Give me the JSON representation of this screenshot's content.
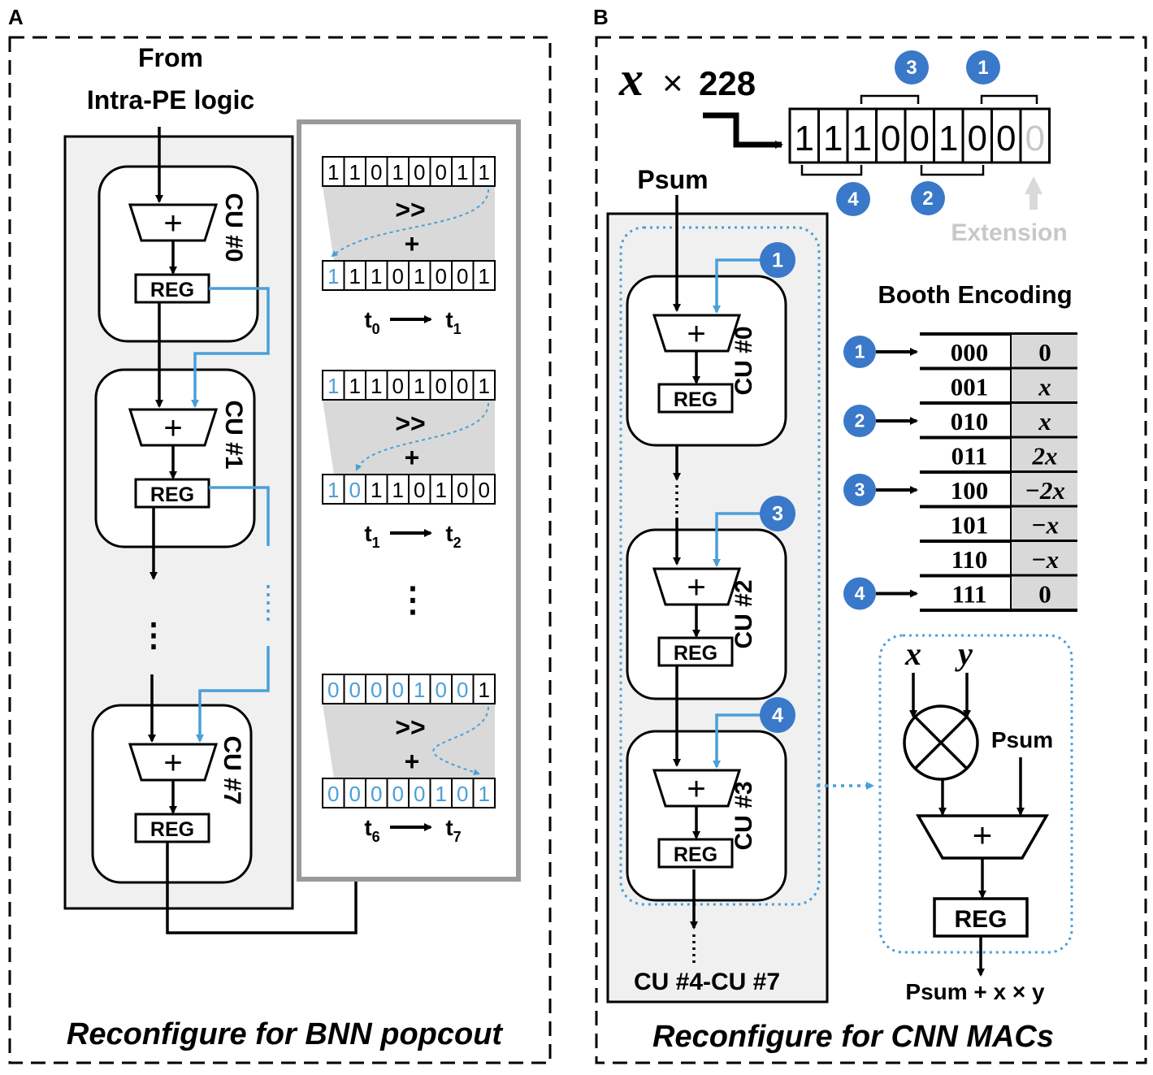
{
  "panel_a": {
    "label": "A",
    "from_line1": "From",
    "from_line2": "Intra-PE logic",
    "cus": [
      {
        "label": "CU #0",
        "adder": "+",
        "reg": "REG"
      },
      {
        "label": "CU #1",
        "adder": "+",
        "reg": "REG"
      },
      {
        "label": "CU #7",
        "adder": "+",
        "reg": "REG"
      }
    ],
    "ellipsis": "⋮",
    "shift_steps": [
      {
        "top_bits": "11010011",
        "top_blue": 0,
        "bottom_bits": "11101001",
        "bottom_blue": 1,
        "op_shift": ">>",
        "op_plus": "+",
        "t_from": "t",
        "t_from_sub": "0",
        "t_to": "t",
        "t_to_sub": "1"
      },
      {
        "top_bits": "11101001",
        "top_blue": 1,
        "bottom_bits": "10110100",
        "bottom_blue": 2,
        "op_shift": ">>",
        "op_plus": "+",
        "t_from": "t",
        "t_from_sub": "1",
        "t_to": "t",
        "t_to_sub": "2"
      },
      {
        "top_bits": "00001001",
        "top_blue": 7,
        "bottom_bits": "00000101",
        "bottom_blue": 8,
        "op_shift": ">>",
        "op_plus": "+",
        "t_from": "t",
        "t_from_sub": "6",
        "t_to": "t",
        "t_to_sub": "7"
      }
    ],
    "caption": "Reconfigure for BNN popcout"
  },
  "panel_b": {
    "label": "B",
    "x_symbol": "x",
    "times": "×",
    "multiplier": "228",
    "bits": [
      "1",
      "1",
      "1",
      "0",
      "0",
      "1",
      "0",
      "0",
      "0"
    ],
    "extension_label": "Extension",
    "group_labels": [
      "1",
      "2",
      "3",
      "4"
    ],
    "psum_label": "Psum",
    "cus": [
      {
        "label": "CU #0",
        "adder": "+",
        "reg": "REG",
        "mark": "1"
      },
      {
        "label": "CU #2",
        "adder": "+",
        "reg": "REG",
        "mark": "3"
      },
      {
        "label": "CU #3",
        "adder": "+",
        "reg": "REG",
        "mark": "4"
      }
    ],
    "cu_rest": "CU #4-CU #7",
    "booth": {
      "title": "Booth Encoding",
      "rows": [
        {
          "code": "000",
          "value": "0",
          "mark": "1"
        },
        {
          "code": "001",
          "value": "x",
          "mark": ""
        },
        {
          "code": "010",
          "value": "x",
          "mark": "2"
        },
        {
          "code": "011",
          "value": "2x",
          "mark": ""
        },
        {
          "code": "100",
          "value": "−2x",
          "mark": "3"
        },
        {
          "code": "101",
          "value": "−x",
          "mark": ""
        },
        {
          "code": "110",
          "value": "−x",
          "mark": ""
        },
        {
          "code": "111",
          "value": "0",
          "mark": "4"
        }
      ]
    },
    "mac": {
      "x": "x",
      "y": "y",
      "psum": "Psum",
      "adder": "+",
      "reg": "REG",
      "output": "Psum + x × y"
    },
    "caption": "Reconfigure for CNN MACs"
  },
  "colors": {
    "blue": "#4a9fd8",
    "badge": "#3a78c9",
    "gray_fill": "#f0f0f0",
    "shade": "#d9d9d9",
    "ext_gray": "#c8c8c8"
  }
}
